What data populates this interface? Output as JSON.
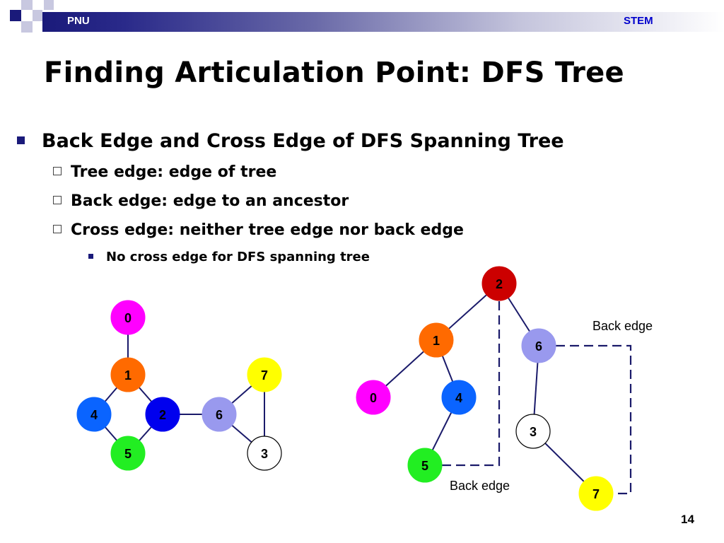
{
  "header": {
    "left_label": "PNU",
    "right_label": "STEM"
  },
  "title": "Finding Articulation Point: DFS Tree",
  "bullets": {
    "main": "Back Edge and Cross Edge of DFS Spanning Tree",
    "sub": [
      "Tree edge: edge of tree",
      "Back edge: edge to an ancestor",
      "Cross edge: neither tree edge nor back edge"
    ],
    "subsub": "No cross edge for DFS spanning tree"
  },
  "colors": {
    "header_dark": "#1a1a7a",
    "node_0": "#ff00ff",
    "node_1": "#ff6a00",
    "node_2_left": "#0000ee",
    "node_2_right": "#cc0000",
    "node_3": "#ffffff",
    "node_4": "#0a64ff",
    "node_5": "#22ee22",
    "node_6": "#9999ee",
    "node_7": "#ffff00",
    "edge": "#1a1a6a"
  },
  "left_graph": {
    "nodes": [
      "0",
      "1",
      "4",
      "2",
      "5",
      "6",
      "7",
      "3"
    ]
  },
  "right_tree": {
    "nodes": [
      "2",
      "1",
      "6",
      "0",
      "4",
      "3",
      "5",
      "7"
    ],
    "back_edge_label_top": "Back edge",
    "back_edge_label_bottom": "Back edge"
  },
  "page_number": "14"
}
